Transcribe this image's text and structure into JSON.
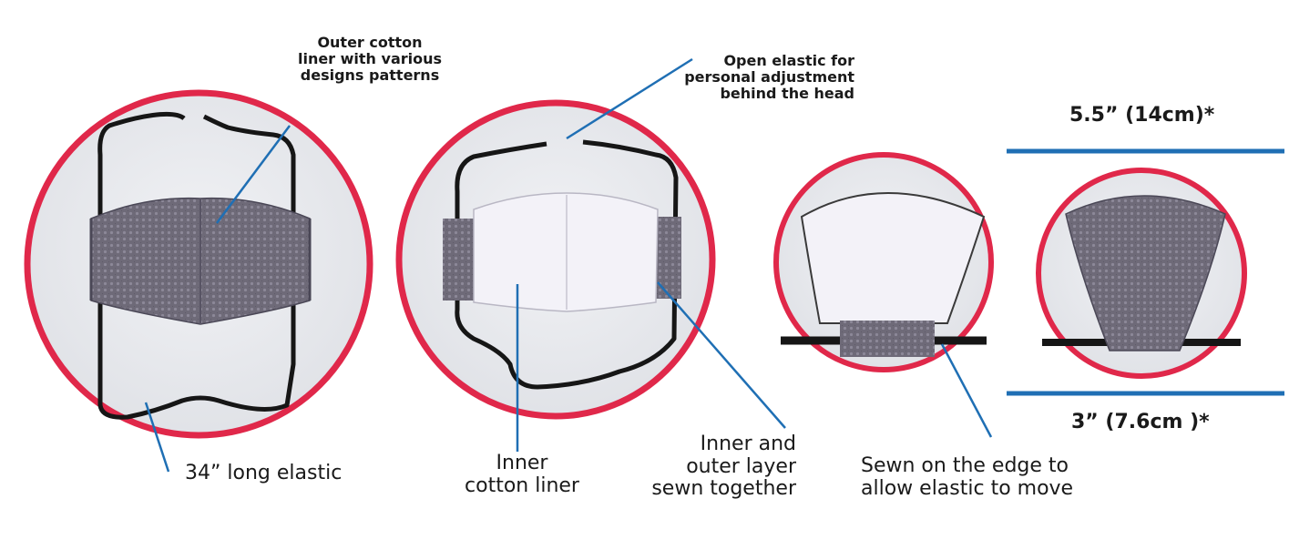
{
  "labels": {
    "outer_liner": "Outer cotton\nliner with various\ndesigns patterns",
    "open_elastic": "Open elastic for\npersonal adjustment\nbehind the head",
    "top_width": "5.5” (14cm)*",
    "bottom_width": "3” (7.6cm )*",
    "long_elastic": "34” long elastic",
    "inner_liner": "Inner\ncotton liner",
    "sewn_together": "Inner and\nouter layer\nsewn together",
    "sewn_edge": "Sewn on the edge  to\nallow elastic to move"
  },
  "colors": {
    "circle_ring": "#e0284a",
    "leader_line": "#1f6fb4",
    "dimension_line": "#1f6fb4",
    "mask_outer_fabric": "#6e6a78",
    "mask_inner_fabric": "#f3f2f8",
    "elastic": "#161616",
    "photo_background": "#e8eaee"
  }
}
